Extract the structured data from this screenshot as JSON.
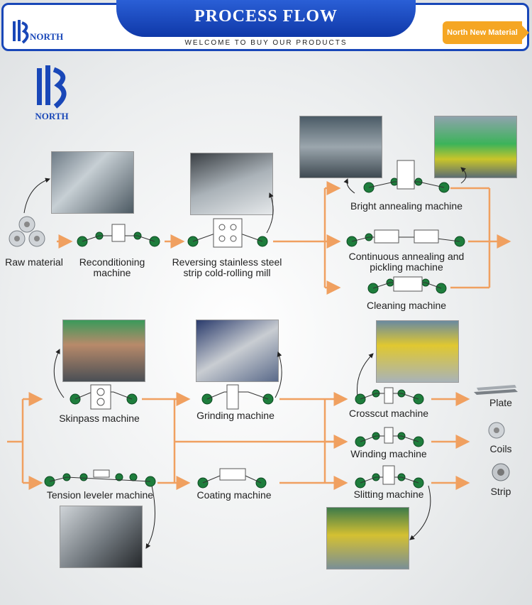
{
  "header": {
    "title": "PROCESS FLOW",
    "subtitle": "WELCOME TO BUY OUR PRODUCTS",
    "tag": "North New Material",
    "brand": "NORTH"
  },
  "colors": {
    "accent": "#1947b8",
    "arrow": "#f0a060",
    "roller": "#1e7d3c",
    "tag": "#f5a623"
  },
  "labels": {
    "raw": "Raw material",
    "recond1": "Reconditioning",
    "recond2": "machine",
    "rev1": "Reversing stainless steel",
    "rev2": "strip cold-rolling mill",
    "bright": "Bright annealing machine",
    "cont1": "Continuous annealing and",
    "cont2": "pickling machine",
    "clean": "Cleaning machine",
    "skin": "Skinpass machine",
    "grind": "Grinding machine",
    "tension": "Tension leveler machine",
    "coat": "Coating machine",
    "cross": "Crosscut machine",
    "wind": "Winding machine",
    "slit": "Slitting machine",
    "plate": "Plate",
    "coils": "Coils",
    "strip": "Strip"
  }
}
